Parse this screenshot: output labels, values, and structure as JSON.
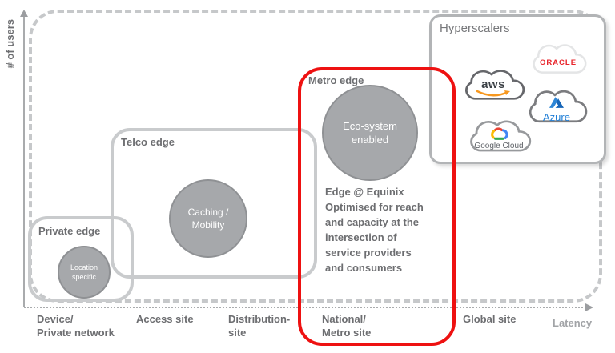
{
  "axes": {
    "y_label": "# of users",
    "x_label": "Latency",
    "ticks": [
      {
        "text": "Device/\nPrivate network"
      },
      {
        "text": "Access site"
      },
      {
        "text": "Distribution-\nsite"
      },
      {
        "text": "National/\nMetro site"
      },
      {
        "text": "Global site"
      }
    ]
  },
  "zones": {
    "private_edge": {
      "label": "Private edge",
      "bubble": "Location\nspecific"
    },
    "telco_edge": {
      "label": "Telco edge",
      "bubble": "Caching /\nMobility"
    },
    "metro_edge": {
      "label": "Metro edge",
      "bubble": "Eco-system\nenabled",
      "description": "Edge @ Equinix\nOptimised for reach\nand capacity at the\nintersection of\nservice providers\nand consumers",
      "highlight_color": "#EE1111"
    }
  },
  "hyperscalers": {
    "title": "Hyperscalers",
    "providers": [
      {
        "name": "aws",
        "wordmark": "aws",
        "brand_color": "#FF9900"
      },
      {
        "name": "oracle",
        "wordmark": "ORACLE",
        "brand_color": "#E8242B"
      },
      {
        "name": "azure",
        "wordmark": "Azure",
        "brand_color": "#1F7ED6"
      },
      {
        "name": "google-cloud",
        "wordmark": "Google Cloud",
        "brand_color": "#4285F4"
      }
    ]
  },
  "colors": {
    "accent_red": "#EE1111",
    "text_gray": "#6D6E71",
    "border_gray": "#C9CBCD",
    "bubble_gray": "#A6A8AB"
  }
}
